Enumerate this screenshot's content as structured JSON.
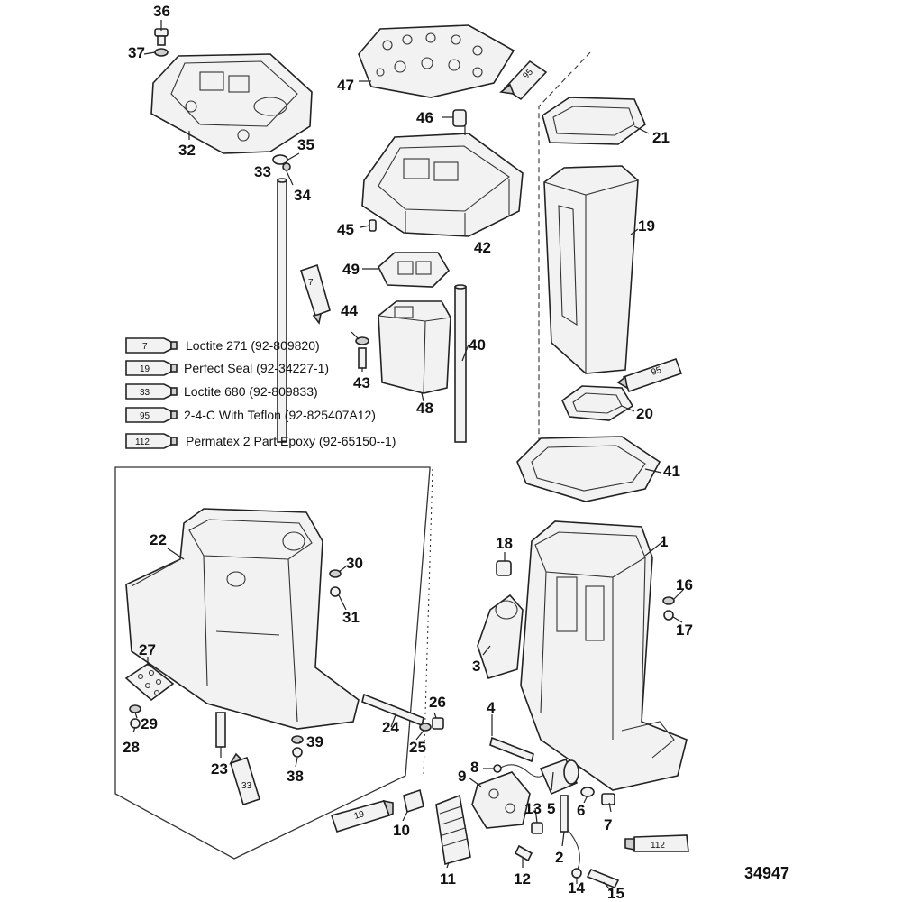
{
  "figure_number": "34947",
  "callouts": [
    "1",
    "2",
    "3",
    "4",
    "5",
    "6",
    "7",
    "8",
    "9",
    "10",
    "11",
    "12",
    "13",
    "14",
    "15",
    "16",
    "17",
    "18",
    "19",
    "20",
    "21",
    "22",
    "23",
    "24",
    "25",
    "26",
    "27",
    "28",
    "29",
    "30",
    "31",
    "32",
    "33",
    "34",
    "35",
    "36",
    "37",
    "38",
    "39",
    "40",
    "41",
    "42",
    "43",
    "44",
    "45",
    "46",
    "47",
    "48",
    "49"
  ],
  "tube_labels": [
    "95",
    "7",
    "95",
    "33",
    "19",
    "112"
  ],
  "legend": [
    {
      "code": "7",
      "text": "Loctite 271 (92-809820)"
    },
    {
      "code": "19",
      "text": "Perfect Seal (92-34227-1)"
    },
    {
      "code": "33",
      "text": "Loctite 680 (92-809833)"
    },
    {
      "code": "95",
      "text": "2-4-C With Teflon (92-825407A12)"
    },
    {
      "code": "112",
      "text": "Permatex 2 Part Epoxy (92-65150--1)"
    }
  ]
}
